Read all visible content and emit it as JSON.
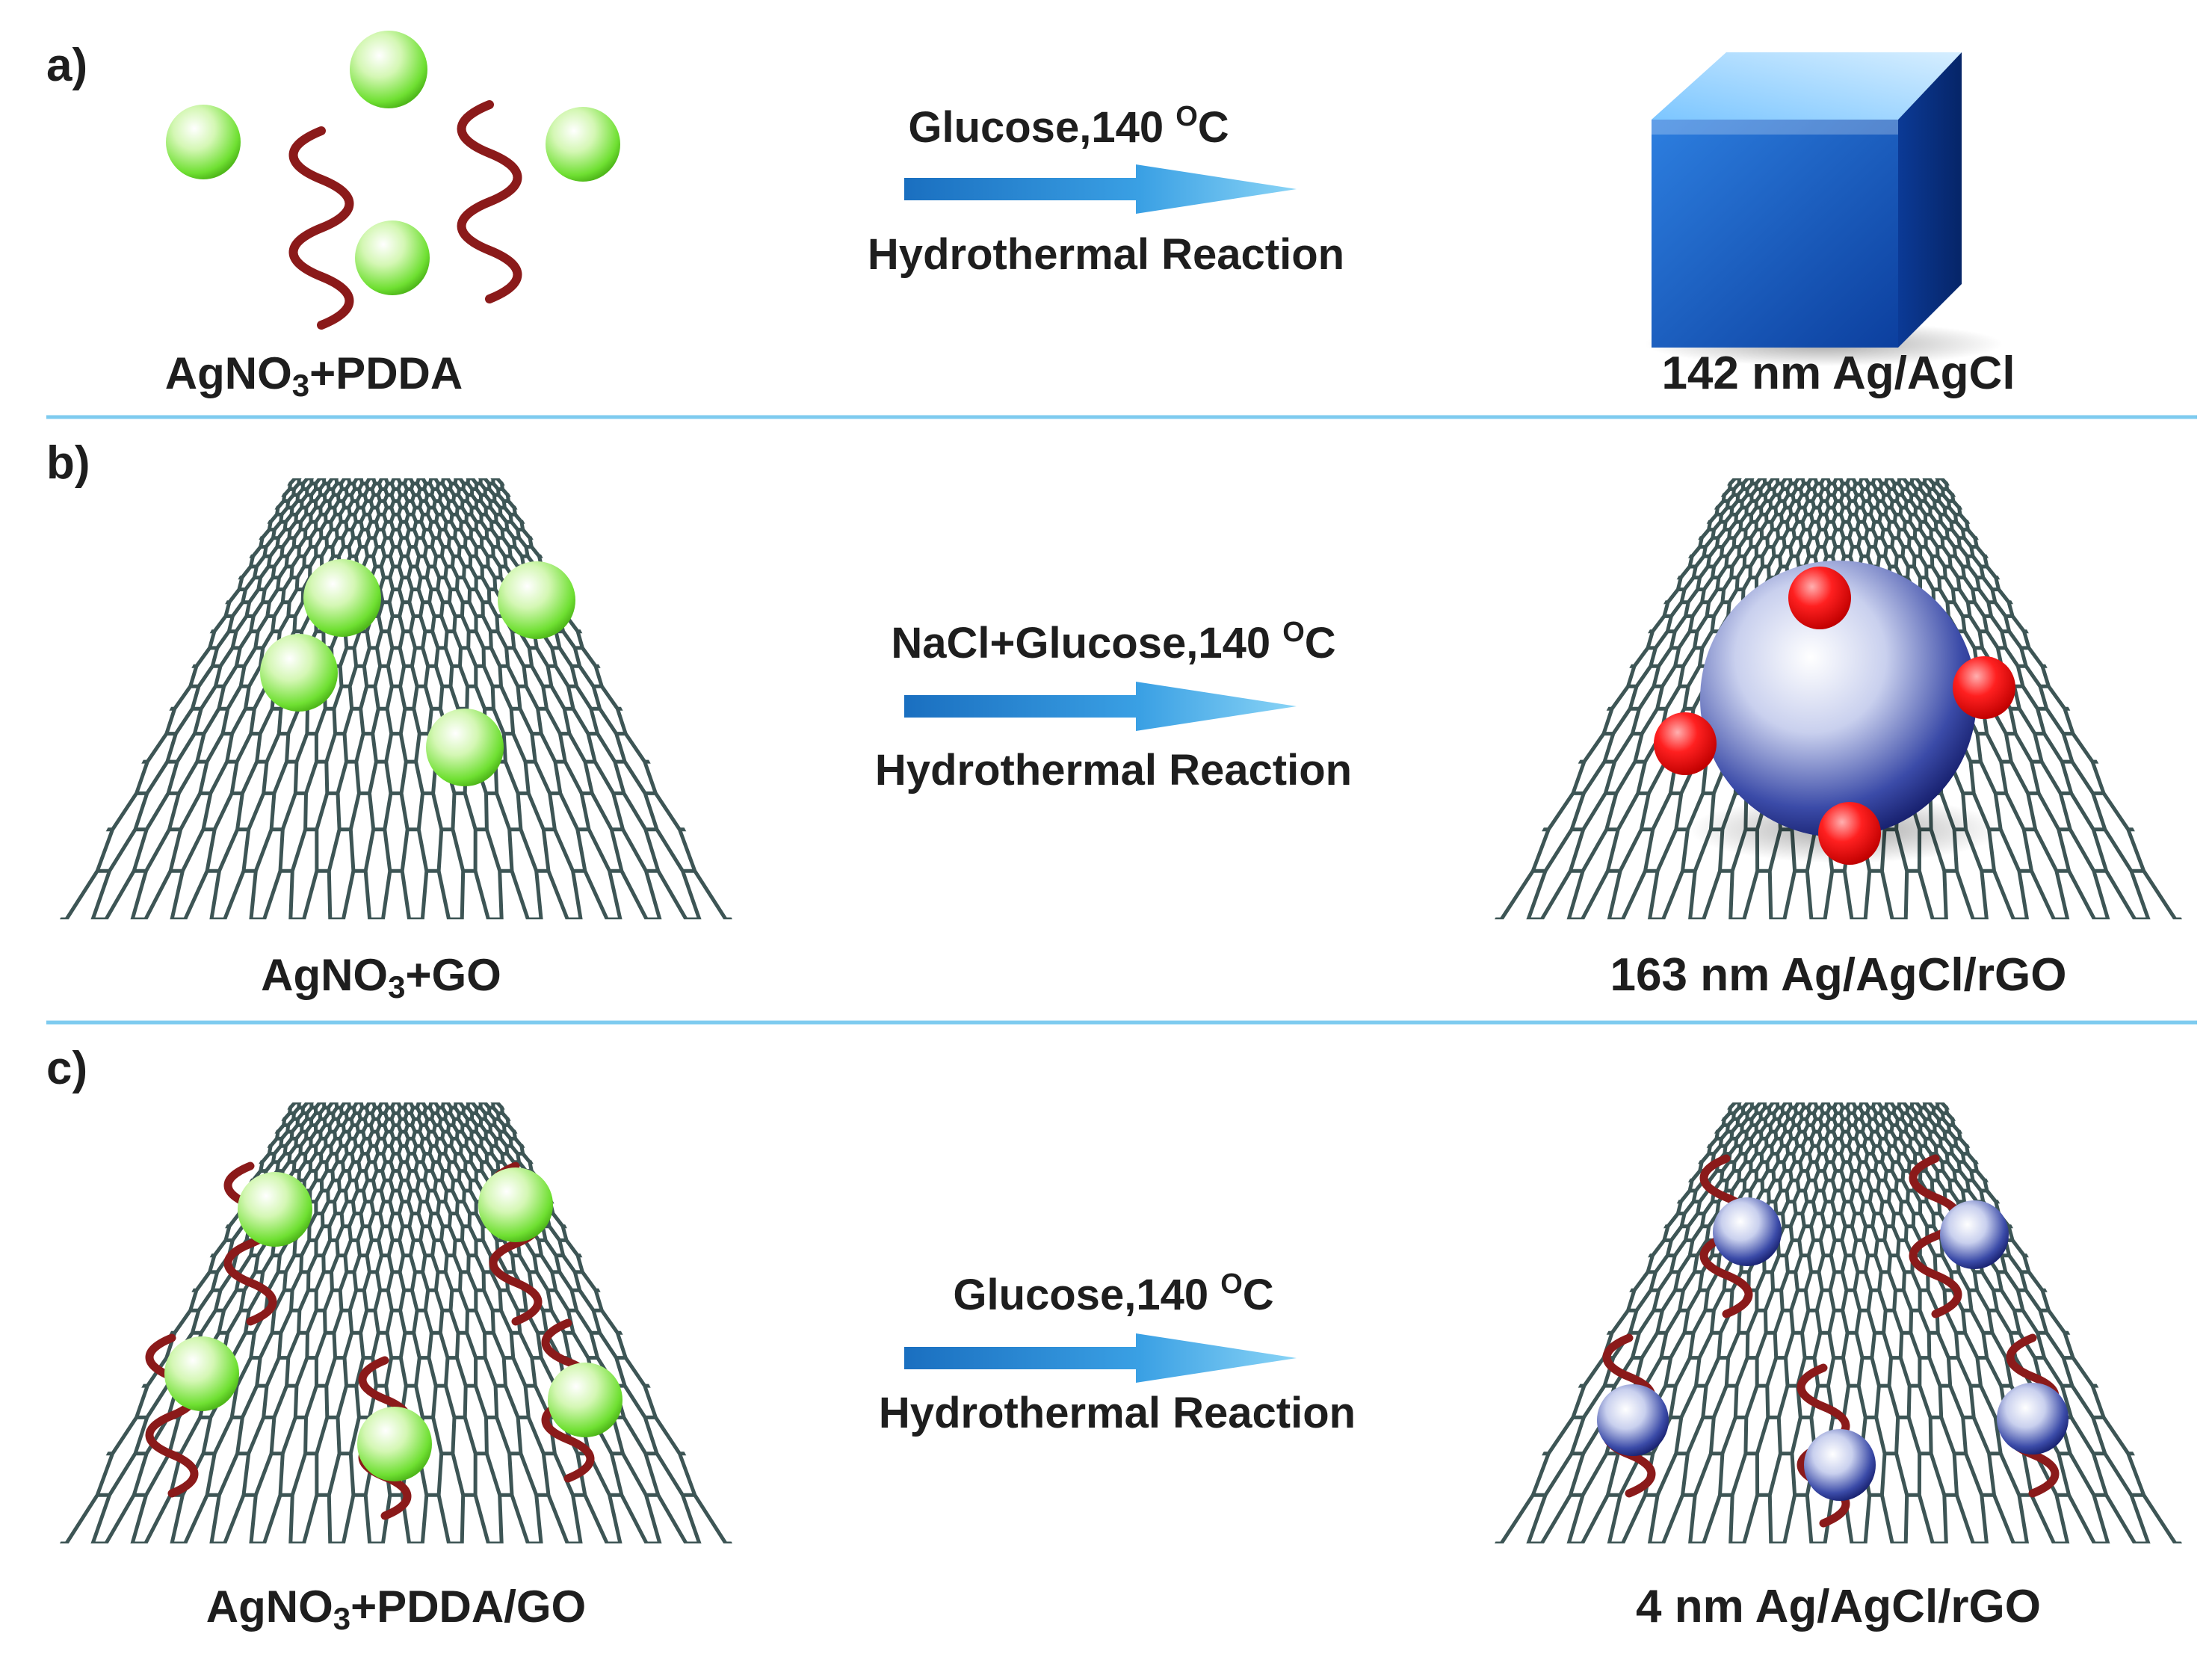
{
  "panels": [
    {
      "id": "a",
      "label": "a)",
      "left_label": {
        "main": "AgNO",
        "sub": "3",
        "rest": "+PDDA"
      },
      "condition_top": {
        "main": "Glucose,140 ",
        "sup": "O",
        "rest": "C"
      },
      "condition_bottom": "Hydrothermal Reaction",
      "right_label": "142 nm Ag/AgCl"
    },
    {
      "id": "b",
      "label": "b)",
      "left_label": {
        "main": "AgNO",
        "sub": "3",
        "rest": "+GO"
      },
      "condition_top": {
        "main": "NaCl+Glucose,140 ",
        "sup": "O",
        "rest": "C"
      },
      "condition_bottom": "Hydrothermal Reaction",
      "right_label": "163 nm Ag/AgCl/rGO"
    },
    {
      "id": "c",
      "label": "c)",
      "left_label": {
        "main": "AgNO",
        "sub": "3",
        "rest": "+PDDA/GO"
      },
      "condition_top": {
        "main": "Glucose,140 ",
        "sup": "O",
        "rest": "C"
      },
      "condition_bottom": "Hydrothermal Reaction",
      "right_label": "4 nm Ag/AgCl/rGO"
    }
  ],
  "colors": {
    "divider": "#7ecbef",
    "text": "#1e1e1e",
    "green_sphere": "#7de34a",
    "blue_sphere": "#1e2a8a",
    "red_dot": "#ff1010",
    "pdda_chain": "#8b1a1a",
    "graphene": "#3d5555",
    "arrow": "#2a8fd6",
    "cube": "#1565c8"
  }
}
